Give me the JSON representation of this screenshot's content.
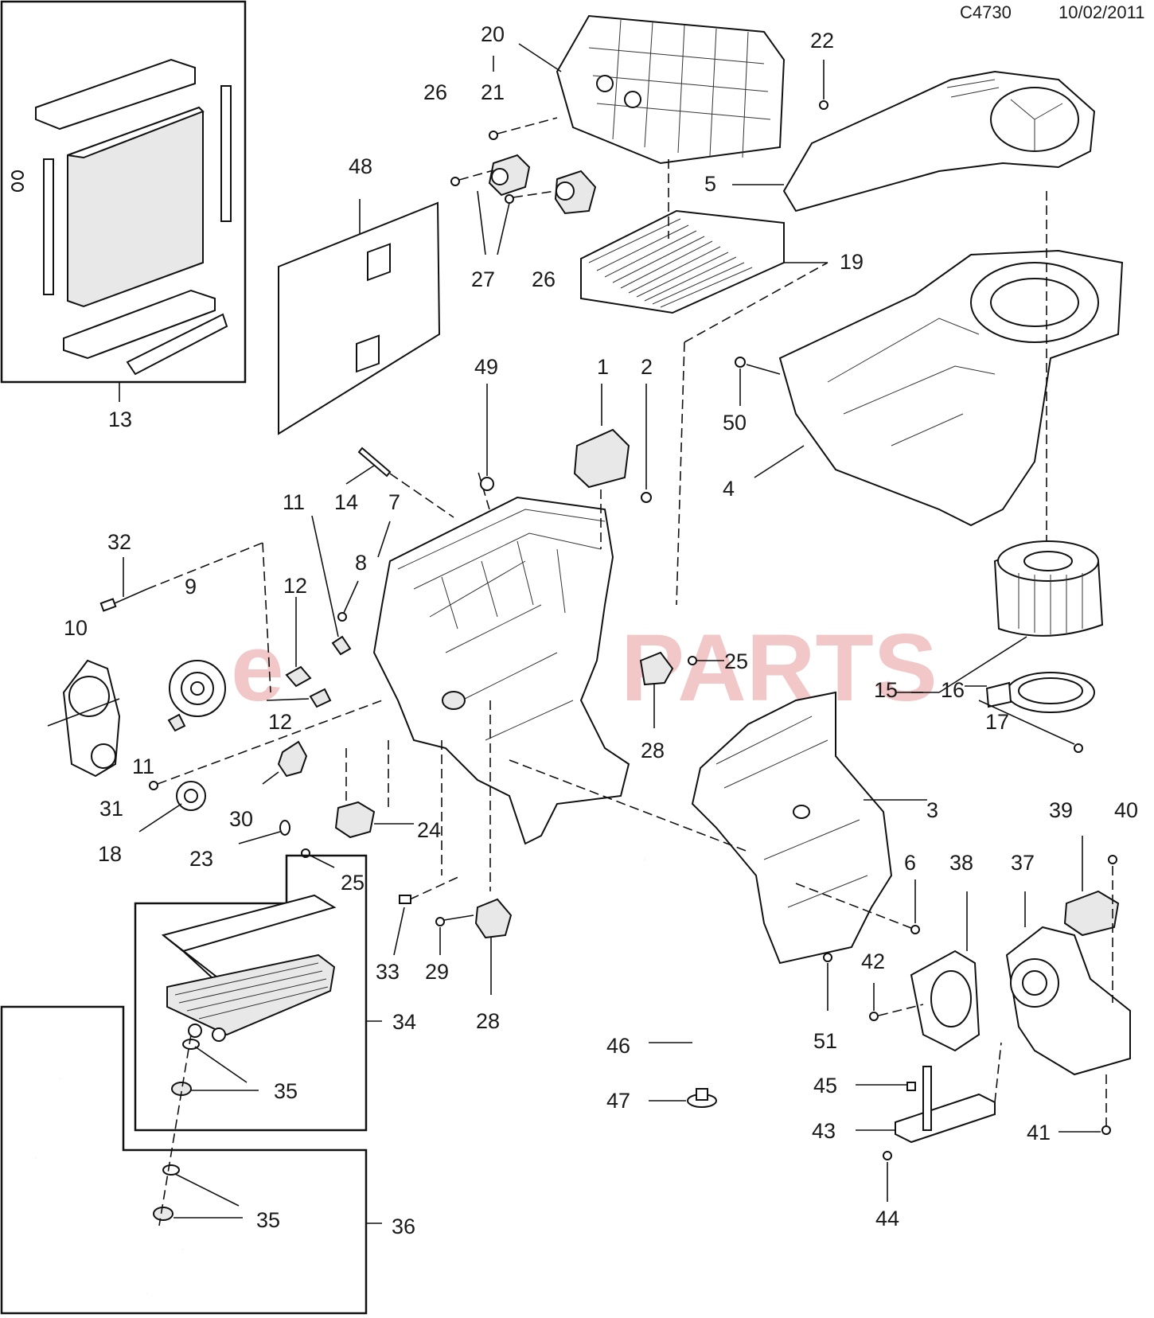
{
  "header": {
    "code": "C4730",
    "date": "10/02/2011"
  },
  "watermark": {
    "prefix": "e",
    "word": "PARTS",
    "color": "#e89a9a"
  },
  "callouts": [
    "20",
    "21",
    "22",
    "26",
    "5",
    "48",
    "19",
    "27",
    "26",
    "49",
    "1",
    "2",
    "13",
    "50",
    "4",
    "14",
    "7",
    "11",
    "32",
    "8",
    "12",
    "9",
    "10",
    "25",
    "15",
    "16",
    "17",
    "12",
    "28",
    "11",
    "31",
    "30",
    "3",
    "18",
    "24",
    "23",
    "25",
    "39",
    "40",
    "6",
    "38",
    "37",
    "42",
    "34",
    "33",
    "29",
    "28",
    "51",
    "35",
    "46",
    "45",
    "47",
    "43",
    "41",
    "35",
    "36",
    "44"
  ]
}
